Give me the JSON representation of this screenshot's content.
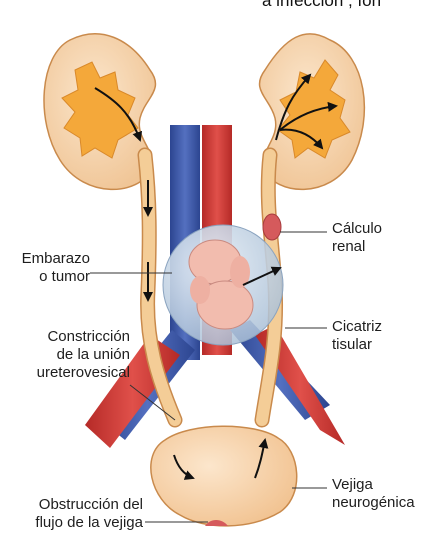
{
  "header_fragment": "a infección , fon",
  "labels": {
    "pregnancy": [
      "Embarazo",
      "o tumor"
    ],
    "stricture": [
      "Constricción",
      "de la unión",
      "ureterovesical"
    ],
    "obstruction": [
      "Obstrucción del",
      "flujo de la vejiga"
    ],
    "calculus": [
      "Cálculo",
      "renal"
    ],
    "scar": [
      "Cicatriz",
      "tisular"
    ],
    "bladder": [
      "Vejiga",
      "neurogénica"
    ]
  },
  "colors": {
    "kidney": "#f7d6ae",
    "kidney_outline": "#c98a4c",
    "pelvis": "#f4a83a",
    "ureter": "#f1c993",
    "artery": "#d43a35",
    "vein": "#3b57a8",
    "bladder": "#f9d9b2",
    "stone": "#d55a5c",
    "arrow": "#111111"
  }
}
